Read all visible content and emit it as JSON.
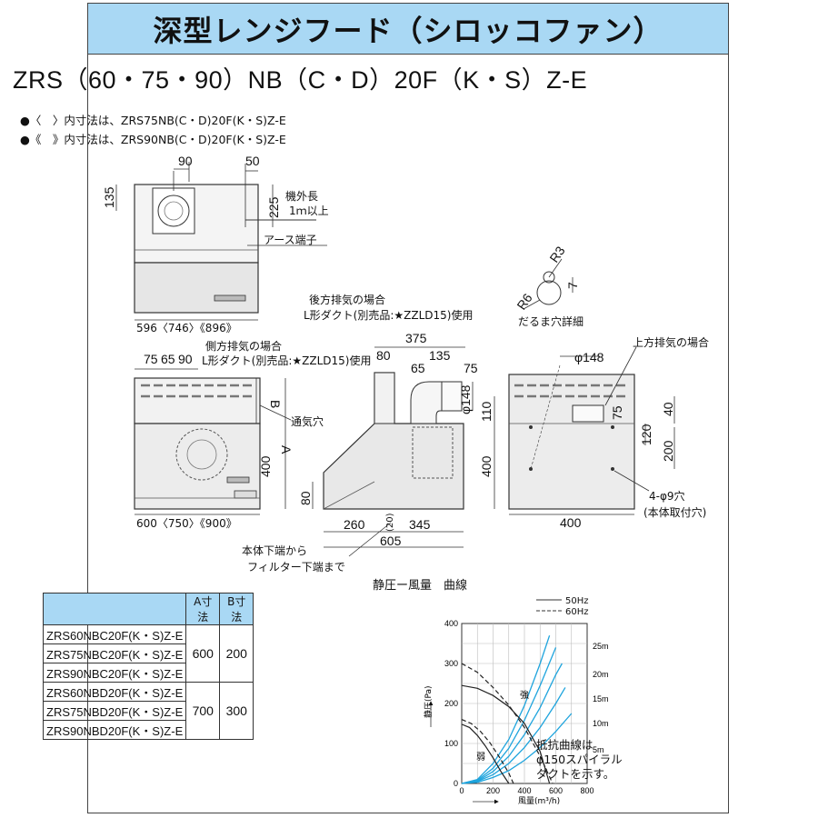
{
  "title": "深型レンジフード（シロッコファン）",
  "model": "ZRS（60・75・90）NB（C・D）20F（K・S）Z-E",
  "notes": [
    "●〈　〉内寸法は、ZRS75NB(C・D)20F(K・S)Z-E",
    "●《　》内寸法は、ZRS90NB(C・D)20F(K・S)Z-E"
  ],
  "front_view": {
    "dim_top_left": "90",
    "dim_top_right": "50",
    "dim_side": "135",
    "dim_cord": "225",
    "cord_label_1": "機外長",
    "cord_label_2": "1ｍ以上",
    "earth_label": "アース端子",
    "width_label": "596〈746〉《896》"
  },
  "side_exhaust": {
    "label_1": "側方排気の場合",
    "label_2": "L形ダクト(別売品:★ZZLD15)使用",
    "dim_75": "75",
    "dim_65": "65",
    "dim_90": "90",
    "dim_A": "A",
    "dim_B": "B",
    "dim_400": "400",
    "vent_label": "通気穴",
    "width_label": "600〈750〉《900》"
  },
  "rear_exhaust": {
    "label_1": "後方排気の場合",
    "label_2": "L形ダクト(別売品:★ZZLD15)使用",
    "dim_80": "80",
    "dim_375": "375",
    "dim_135": "135",
    "dim_65": "65",
    "dim_75": "75",
    "dim_phi148": "φ148",
    "dim_110": "110",
    "dim_400": "400",
    "dim_80b": "80",
    "dim_20": "(20)",
    "dim_260": "260",
    "dim_345": "345",
    "dim_605": "605",
    "filter_label_1": "本体下端から",
    "filter_label_2": "フィルター下端まで"
  },
  "daruma": {
    "r3": "R3",
    "r6": "R6",
    "d7": "7",
    "label": "だるま穴詳細"
  },
  "top_exhaust": {
    "label": "上方排気の場合",
    "phi148": "φ148",
    "d75": "75",
    "d40": "40",
    "d120": "120",
    "d200": "200",
    "d400": "400",
    "holes_1": "4-φ9穴",
    "holes_2": "(本体取付穴)"
  },
  "table": {
    "header_a": "A寸法",
    "header_b": "B寸法",
    "rows": [
      "ZRS60NBC20F(K・S)Z-E",
      "ZRS75NBC20F(K・S)Z-E",
      "ZRS90NBC20F(K・S)Z-E",
      "ZRS60NBD20F(K・S)Z-E",
      "ZRS75NBD20F(K・S)Z-E",
      "ZRS90NBD20F(K・S)Z-E"
    ],
    "group1_a": "600",
    "group1_b": "200",
    "group2_a": "700",
    "group2_b": "300"
  },
  "graph": {
    "title": "静圧ー風量　曲線",
    "legend_50": "50Hz",
    "legend_60": "60Hz",
    "strong": "強",
    "weak": "弱",
    "resist_1": "抵抗曲線は",
    "resist_2": "φ150スパイラル",
    "resist_3": "ダクトを示す。"
  },
  "chart_data": {
    "type": "line",
    "xlabel": "風量(m³/h)",
    "ylabel": "静圧(Pa)",
    "xlim": [
      0,
      800
    ],
    "ylim": [
      0,
      400
    ],
    "x_ticks": [
      "0",
      "200",
      "400",
      "600",
      "800"
    ],
    "y_ticks": [
      "0",
      "100",
      "200",
      "300",
      "400"
    ],
    "grid": true,
    "series": [
      {
        "name": "50Hz",
        "curve": "強",
        "style": "solid",
        "x": [
          0,
          100,
          200,
          300,
          400,
          500,
          560
        ],
        "y": [
          245,
          238,
          220,
          192,
          150,
          80,
          0
        ]
      },
      {
        "name": "60Hz",
        "curve": "強",
        "style": "dashed",
        "x": [
          0,
          100,
          200,
          300,
          400,
          500,
          580
        ],
        "y": [
          300,
          278,
          240,
          196,
          140,
          68,
          0
        ]
      },
      {
        "name": "50Hz",
        "curve": "弱",
        "style": "solid",
        "x": [
          0,
          50,
          100,
          150,
          200,
          250,
          300
        ],
        "y": [
          148,
          140,
          120,
          94,
          64,
          30,
          0
        ]
      },
      {
        "name": "60Hz",
        "curve": "弱",
        "style": "dashed",
        "x": [
          0,
          60,
          120,
          180,
          240,
          300,
          330
        ],
        "y": [
          160,
          150,
          130,
          102,
          66,
          26,
          0
        ]
      }
    ],
    "resistance_curves": [
      {
        "name": "25m",
        "x": [
          0,
          100,
          200,
          300,
          400,
          500,
          560
        ],
        "y": [
          0,
          10,
          50,
          110,
          195,
          300,
          370
        ]
      },
      {
        "name": "20m",
        "x": [
          0,
          100,
          200,
          300,
          400,
          500,
          600
        ],
        "y": [
          0,
          8,
          38,
          88,
          158,
          245,
          340
        ]
      },
      {
        "name": "15m",
        "x": [
          0,
          100,
          200,
          300,
          400,
          500,
          600,
          640
        ],
        "y": [
          0,
          6,
          30,
          68,
          122,
          190,
          272,
          300
        ]
      },
      {
        "name": "10m",
        "x": [
          0,
          100,
          200,
          300,
          400,
          500,
          600,
          660
        ],
        "y": [
          0,
          5,
          22,
          50,
          90,
          140,
          200,
          240
        ]
      },
      {
        "name": "5m",
        "x": [
          0,
          100,
          200,
          300,
          400,
          500,
          600,
          700
        ],
        "y": [
          0,
          3,
          15,
          32,
          58,
          90,
          130,
          175
        ]
      }
    ],
    "resistance_labels": [
      "25m",
      "20m",
      "15m",
      "10m",
      "5m"
    ]
  }
}
